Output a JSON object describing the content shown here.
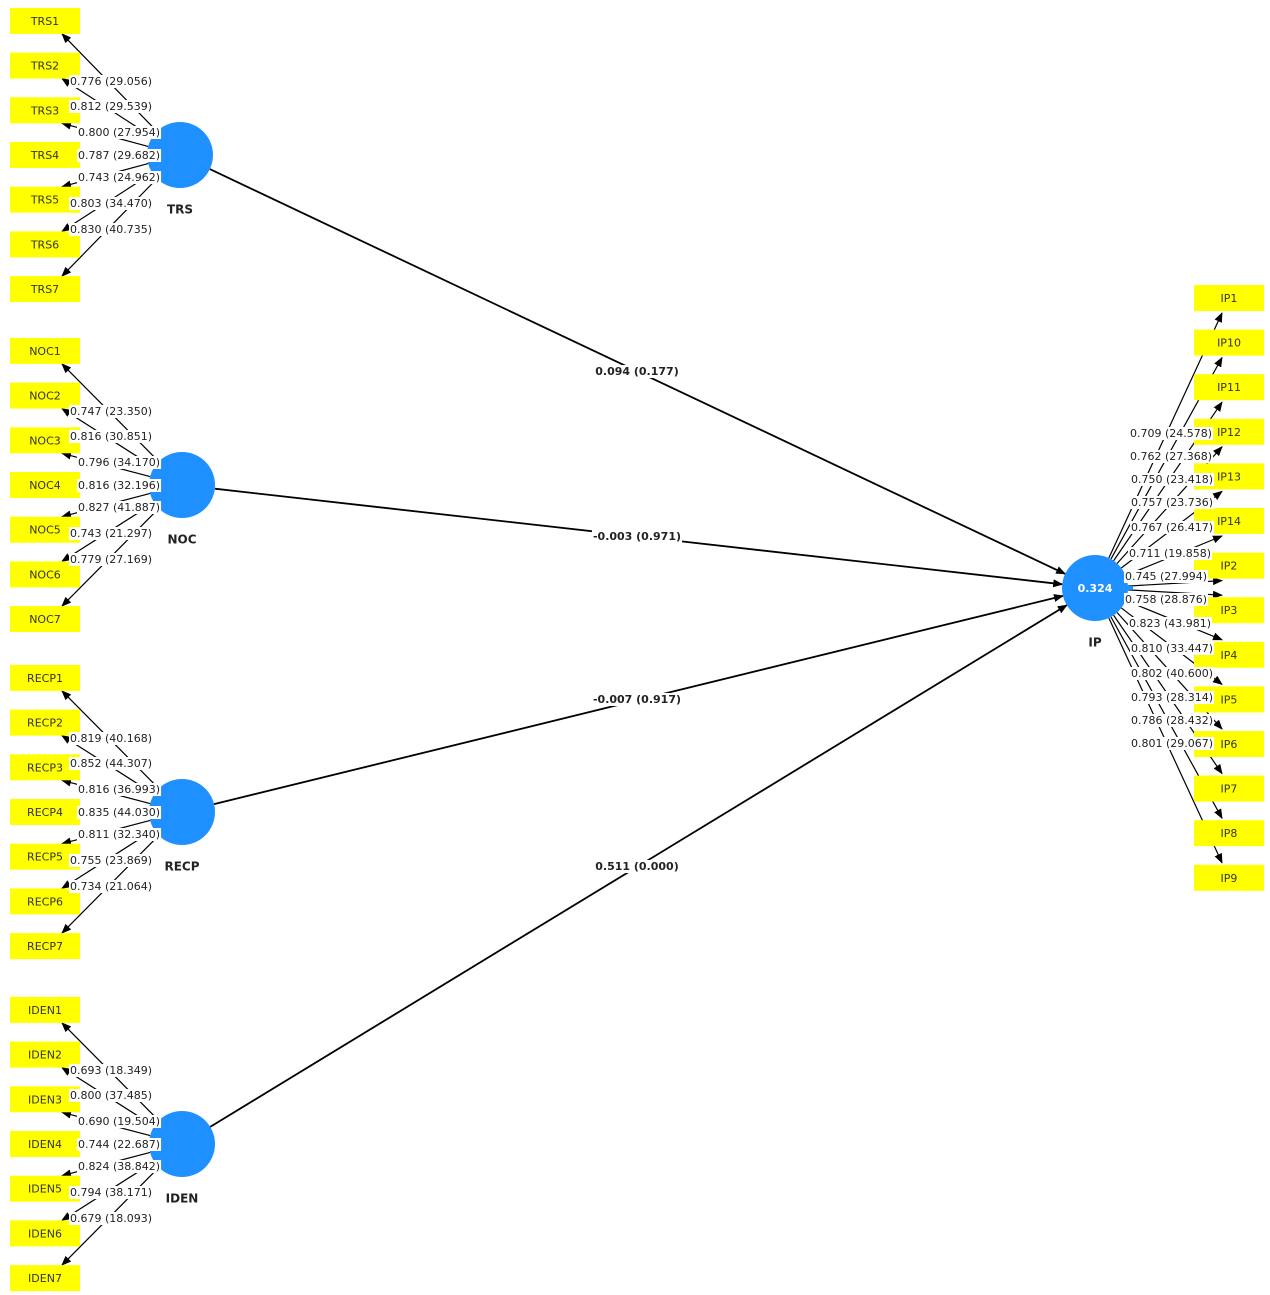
{
  "colors": {
    "indicator_fill": "#FFFF00",
    "construct_fill": "#1E90FF",
    "line": "#000000"
  },
  "constructs": [
    {
      "id": "TRS",
      "label": "TRS",
      "indicators": [
        {
          "name": "TRS1",
          "value": "0.776 (29.056)"
        },
        {
          "name": "TRS2",
          "value": "0.812 (29.539)"
        },
        {
          "name": "TRS3",
          "value": "0.800 (27.954)"
        },
        {
          "name": "TRS4",
          "value": "0.787 (29.682)"
        },
        {
          "name": "TRS5",
          "value": "0.743 (24.962)"
        },
        {
          "name": "TRS6",
          "value": "0.803 (34.470)"
        },
        {
          "name": "TRS7",
          "value": "0.830 (40.735)"
        }
      ]
    },
    {
      "id": "NOC",
      "label": "NOC",
      "indicators": [
        {
          "name": "NOC1",
          "value": "0.747 (23.350)"
        },
        {
          "name": "NOC2",
          "value": "0.816 (30.851)"
        },
        {
          "name": "NOC3",
          "value": "0.796 (34.170)"
        },
        {
          "name": "NOC4",
          "value": "0.816 (32.196)"
        },
        {
          "name": "NOC5",
          "value": "0.827 (41.887)"
        },
        {
          "name": "NOC6",
          "value": "0.743 (21.297)"
        },
        {
          "name": "NOC7",
          "value": "0.779 (27.169)"
        }
      ]
    },
    {
      "id": "RECP",
      "label": "RECP",
      "indicators": [
        {
          "name": "RECP1",
          "value": "0.819 (40.168)"
        },
        {
          "name": "RECP2",
          "value": "0.852 (44.307)"
        },
        {
          "name": "RECP3",
          "value": "0.816 (36.993)"
        },
        {
          "name": "RECP4",
          "value": "0.835 (44.030)"
        },
        {
          "name": "RECP5",
          "value": "0.811 (32.340)"
        },
        {
          "name": "RECP6",
          "value": "0.755 (23.869)"
        },
        {
          "name": "RECP7",
          "value": "0.734 (21.064)"
        }
      ]
    },
    {
      "id": "IDEN",
      "label": "IDEN",
      "indicators": [
        {
          "name": "IDEN1",
          "value": "0.693 (18.349)"
        },
        {
          "name": "IDEN2",
          "value": "0.800 (37.485)"
        },
        {
          "name": "IDEN3",
          "value": "0.690 (19.504)"
        },
        {
          "name": "IDEN4",
          "value": "0.744 (22.687)"
        },
        {
          "name": "IDEN5",
          "value": "0.824 (38.842)"
        },
        {
          "name": "IDEN6",
          "value": "0.794 (38.171)"
        },
        {
          "name": "IDEN7",
          "value": "0.679 (18.093)"
        }
      ]
    }
  ],
  "target": {
    "id": "IP",
    "label": "IP",
    "r_squared": "0.324",
    "indicators": [
      {
        "name": "IP1",
        "value": "0.709 (24.578)"
      },
      {
        "name": "IP10",
        "value": "0.762 (27.368)"
      },
      {
        "name": "IP11",
        "value": "0.750 (23.418)"
      },
      {
        "name": "IP12",
        "value": "0.757 (23.736)"
      },
      {
        "name": "IP13",
        "value": "0.767 (26.417)"
      },
      {
        "name": "IP14",
        "value": "0.711 (19.858)"
      },
      {
        "name": "IP2",
        "value": "0.745 (27.994)"
      },
      {
        "name": "IP3",
        "value": "0.758 (28.876)"
      },
      {
        "name": "IP4",
        "value": "0.823 (43.981)"
      },
      {
        "name": "IP5",
        "value": "0.810 (33.447)"
      },
      {
        "name": "IP6",
        "value": "0.802 (40.600)"
      },
      {
        "name": "IP7",
        "value": "0.793 (28.314)"
      },
      {
        "name": "IP8",
        "value": "0.786 (28.432)"
      },
      {
        "name": "IP9",
        "value": "0.801 (29.067)"
      }
    ]
  },
  "paths": [
    {
      "from": "TRS",
      "to": "IP",
      "value": "0.094 (0.177)"
    },
    {
      "from": "NOC",
      "to": "IP",
      "value": "-0.003 (0.971)"
    },
    {
      "from": "RECP",
      "to": "IP",
      "value": "-0.007 (0.917)"
    },
    {
      "from": "IDEN",
      "to": "IP",
      "value": "0.511 (0.000)"
    }
  ]
}
